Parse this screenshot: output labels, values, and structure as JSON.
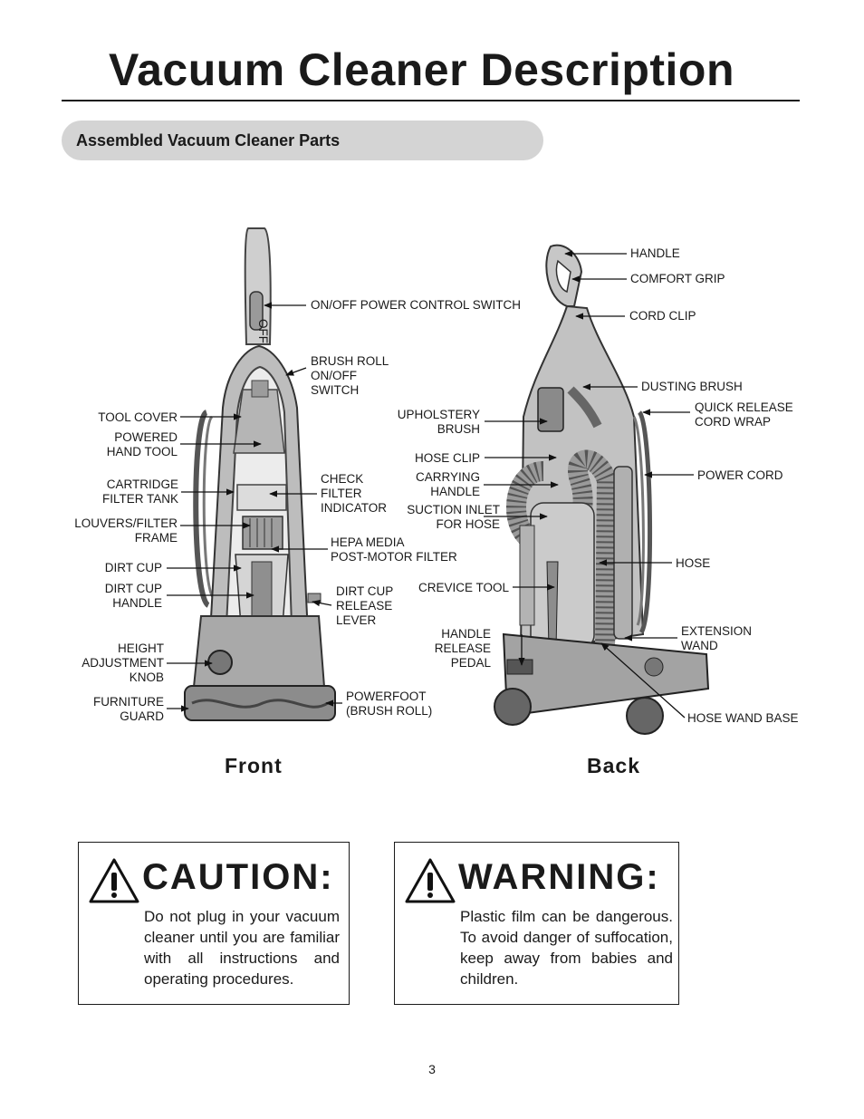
{
  "page_title": "Vacuum Cleaner Description",
  "section_heading": "Assembled Vacuum Cleaner Parts",
  "front": {
    "caption": "Front",
    "labels": {
      "onoff_switch": "ON/OFF POWER CONTROL SWITCH",
      "brush_roll_switch": [
        "BRUSH ROLL",
        "ON/OFF",
        "SWITCH"
      ],
      "tool_cover": "TOOL COVER",
      "powered_hand_tool": [
        "POWERED",
        "HAND TOOL"
      ],
      "cartridge_filter_tank": [
        "CARTRIDGE",
        "FILTER TANK"
      ],
      "check_filter_indicator": [
        "CHECK",
        "FILTER",
        "INDICATOR"
      ],
      "louvers_filter_frame": [
        "LOUVERS/FILTER",
        "FRAME"
      ],
      "hepa_media": [
        "HEPA MEDIA",
        "POST-MOTOR FILTER"
      ],
      "dirt_cup": "DIRT CUP",
      "dirt_cup_handle": [
        "DIRT CUP",
        "HANDLE"
      ],
      "dirt_cup_release_lever": [
        "DIRT CUP",
        "RELEASE",
        "LEVER"
      ],
      "height_adjustment_knob": [
        "HEIGHT",
        "ADJUSTMENT",
        "KNOB"
      ],
      "furniture_guard": [
        "FURNITURE",
        "GUARD"
      ],
      "powerfoot": [
        "POWERFOOT",
        "(BRUSH ROLL)"
      ],
      "switch_marking": "OFF"
    }
  },
  "back": {
    "caption": "Back",
    "labels": {
      "handle": "HANDLE",
      "comfort_grip": "COMFORT GRIP",
      "cord_clip": "CORD CLIP",
      "dusting_brush": "DUSTING BRUSH",
      "quick_release_cord_wrap": [
        "QUICK RELEASE",
        "CORD WRAP"
      ],
      "upholstery_brush": [
        "UPHOLSTERY",
        "BRUSH"
      ],
      "hose_clip": "HOSE CLIP",
      "carrying_handle": [
        "CARRYING",
        "HANDLE"
      ],
      "power_cord": "POWER CORD",
      "suction_inlet": [
        "SUCTION INLET",
        "FOR HOSE"
      ],
      "hose": "HOSE",
      "crevice_tool": "CREVICE TOOL",
      "handle_release_pedal": [
        "HANDLE",
        "RELEASE",
        "PEDAL"
      ],
      "extension_wand": [
        "EXTENSION",
        "WAND"
      ],
      "hose_wand_base": "HOSE WAND BASE"
    }
  },
  "caution": {
    "heading": "CAUTION:",
    "body": "Do not plug in your vacuum cleaner until you are familiar with all instructions and operating procedures."
  },
  "warning": {
    "heading": "WARNING:",
    "body": "Plastic film can be dangerous. To avoid danger of suffocation, keep away from babies and children."
  },
  "page_number": "3"
}
